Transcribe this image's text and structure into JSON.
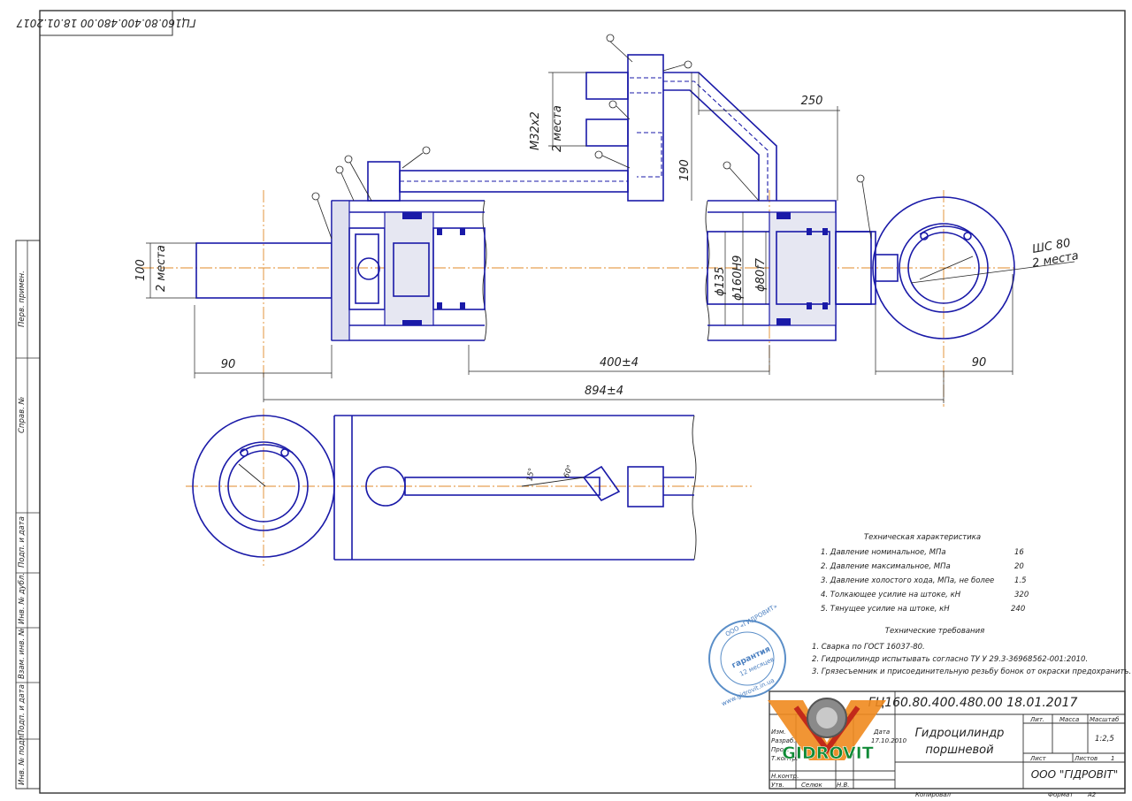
{
  "doc_code_corner": "ГЦ160.80.400.480.00 18.01.2017",
  "doc_code_title": "ГЦ160.80.400.480.00 18.01.2017",
  "side_labels": [
    "Перв. примен.",
    "Справ. №",
    "Подп. и дата",
    "Инв. № дубл.",
    "Взам. инв. №",
    "Подп. и дата",
    "Инв. № подл."
  ],
  "dimensions": {
    "d250": "250",
    "d190": "190",
    "m32": "М32х2",
    "m32_places": "2 места",
    "d100": "100",
    "d100_places": "2 места",
    "d90_left": "90",
    "d90_right": "90",
    "d400": "400±4",
    "d894": "894±4",
    "d135": "ϕ135",
    "d160": "ϕ160Н9",
    "d80": "ϕ80f7",
    "shs": "ШС 80",
    "shs_places": "2 места",
    "a15": "15°",
    "a60": "60°"
  },
  "tech_char": {
    "title": "Техническая характеристика",
    "rows": [
      {
        "label": "1. Давление номинальное, МПа",
        "value": "16"
      },
      {
        "label": "2. Давление максимальное, МПа",
        "value": "20"
      },
      {
        "label": "3. Давление холостого хода, МПа, не более",
        "value": "1.5"
      },
      {
        "label": "4. Толкающее усилие на штоке, кН",
        "value": "320"
      },
      {
        "label": "5. Тянущее усилие на штоке, кН",
        "value": "240"
      }
    ]
  },
  "tech_req": {
    "title": "Технические требования",
    "items": [
      "1. Сварка по ГОСТ 16037-80.",
      "2. Гидроцилиндр испытывать согласно ТУ У 29.3-36968562-001:2010.",
      "3. Грязесъемник и присоединительную резьбу бонок от окраски предохранить."
    ]
  },
  "stamp": {
    "top": "ООО «ГИДРОВИТ»",
    "middle": "гарантия",
    "months": "12 месяцев",
    "bottom": "www.gidrovit.in.ua"
  },
  "title_block": {
    "name_line1": "Гидроцилиндр",
    "name_line2": "поршневой",
    "lit": "Лит.",
    "mass": "Масса",
    "scale": "Масштаб",
    "scale_value": "1:2,5",
    "sheet": "Лист",
    "sheets": "Листов",
    "sheets_value": "1",
    "company": "ООО \"ГІДРОВІТ\"",
    "izm": "Изм.",
    "razrab": "Разраб.",
    "prov": "Пров.",
    "tkontr": "Т.контр.",
    "nkontr": "Н.контр.",
    "utv": "Утв.",
    "data": "Дата",
    "date_val": "17.10.2010",
    "person1": "Селюк",
    "initials": "Н.В.",
    "copied": "Копировал",
    "format": "Формат",
    "format_value": "А2"
  },
  "logo": {
    "text": "GIDROVIT"
  }
}
